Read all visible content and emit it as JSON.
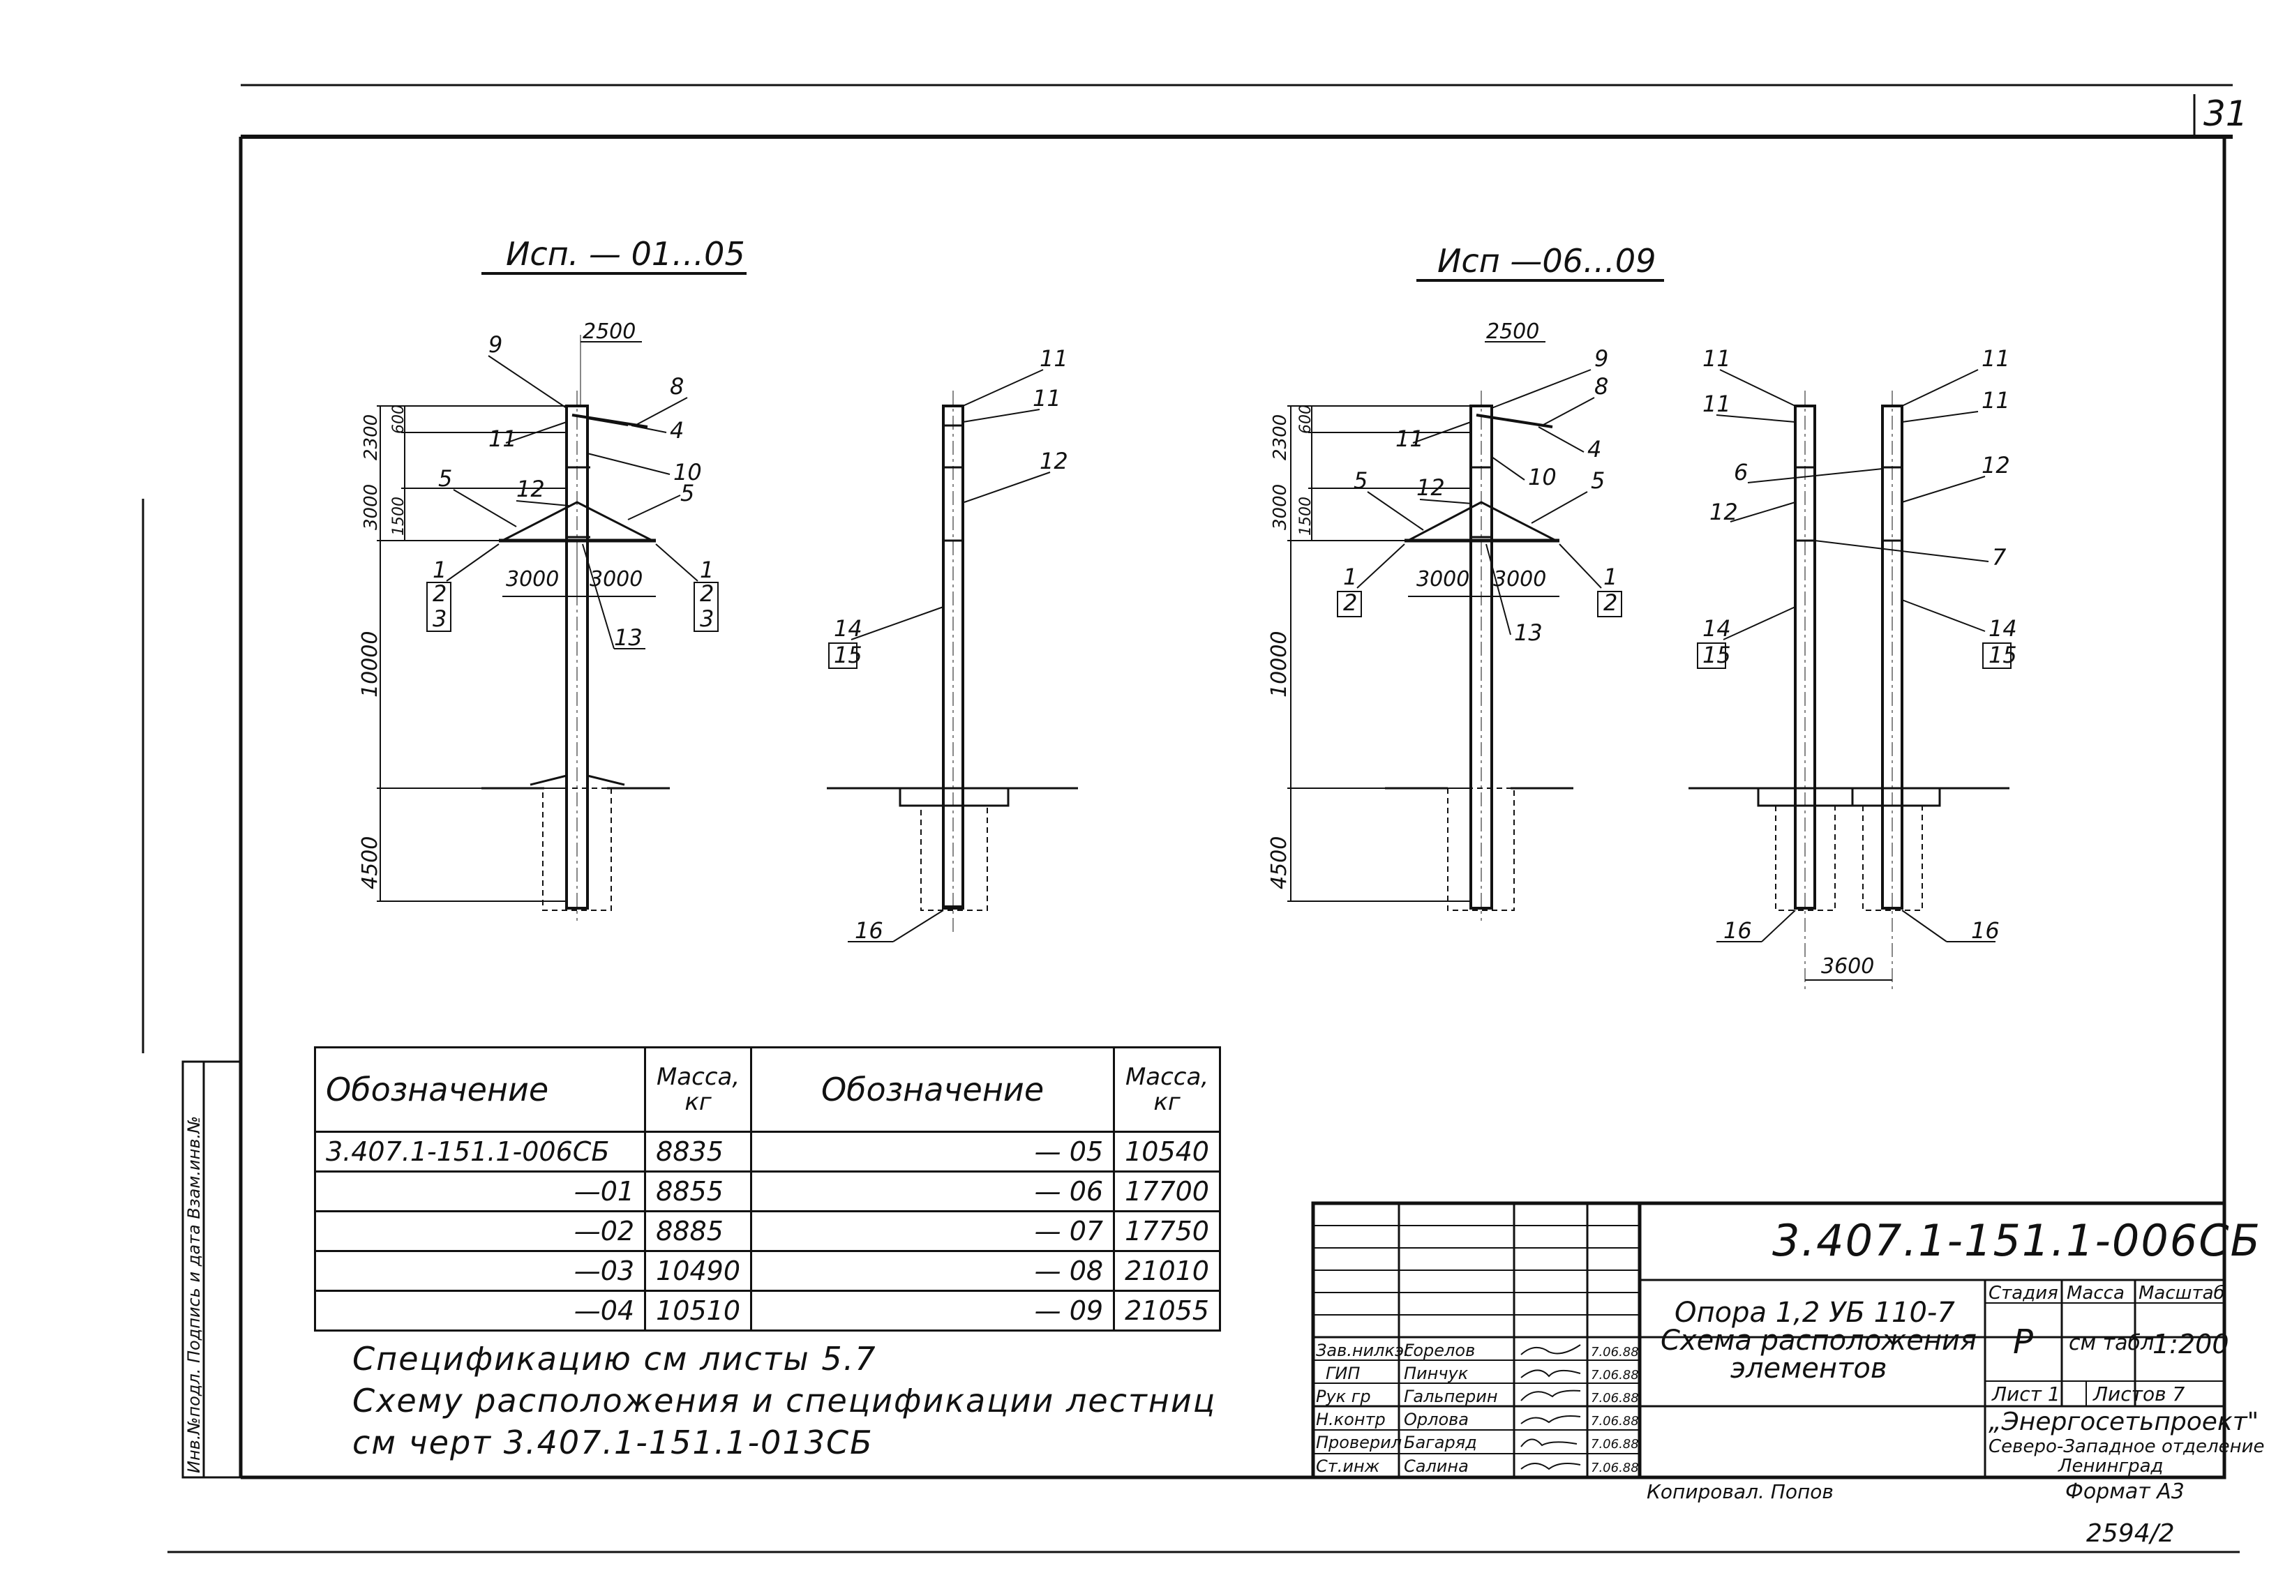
{
  "sheet": {
    "sheet_no": "31",
    "side_stamp": "Инв.№подл. Подпись и дата Взам.инв.№",
    "copied_by": "Копировал. Попов",
    "format": "Формат А3",
    "archive_no": "2594/2"
  },
  "variant_a": {
    "title": "Исп. — 01…05",
    "dims": [
      "2500",
      "3000",
      "3000",
      "2300",
      "600",
      "3000",
      "1500",
      "10000",
      "4500"
    ],
    "callouts": [
      "9",
      "8",
      "4",
      "11",
      "10",
      "12",
      "5",
      "5",
      "1",
      "2",
      "3",
      "1",
      "2",
      "3",
      "13",
      "11",
      "11",
      "12",
      "14",
      "15",
      "16"
    ]
  },
  "variant_b": {
    "title": "Исп —06…09",
    "dims": [
      "2500",
      "3000",
      "3000",
      "2300",
      "600",
      "3000",
      "1500",
      "10000",
      "4500",
      "3600"
    ],
    "callouts": [
      "9",
      "8",
      "4",
      "11",
      "10",
      "12",
      "5",
      "5",
      "1",
      "2",
      "1",
      "2",
      "13",
      "11",
      "11",
      "11",
      "11",
      "6",
      "12",
      "12",
      "7",
      "14",
      "15",
      "14",
      "15",
      "16",
      "16"
    ]
  },
  "spec_table": {
    "col_designation": "Обозначение",
    "col_mass": "Масса, кг",
    "rows_left": [
      {
        "designation": "3.407.1-151.1-006СБ",
        "mass": "8835"
      },
      {
        "designation": "—01",
        "mass": "8855"
      },
      {
        "designation": "—02",
        "mass": "8885"
      },
      {
        "designation": "—03",
        "mass": "10490"
      },
      {
        "designation": "—04",
        "mass": "10510"
      }
    ],
    "rows_right": [
      {
        "designation": "— 05",
        "mass": "10540"
      },
      {
        "designation": "— 06",
        "mass": "17700"
      },
      {
        "designation": "— 07",
        "mass": "17750"
      },
      {
        "designation": "— 08",
        "mass": "21010"
      },
      {
        "designation": "— 09",
        "mass": "21055"
      }
    ]
  },
  "notes": [
    "Спецификацию см листы 5.7",
    "Схему расположения и спецификации лестниц",
    "см черт 3.407.1-151.1-013СБ"
  ],
  "title_block": {
    "doc_code": "3.407.1-151.1-006СБ",
    "doc_title_lines": [
      "Опора 1,2 УБ 110-7",
      "Схема расположения",
      "элементов"
    ],
    "stage_label": "Стадия",
    "mass_label": "Масса",
    "scale_label": "Масштаб",
    "stage": "Р",
    "mass": "см табл",
    "scale": "1:200",
    "sheet_label": "Лист 1",
    "sheets_label": "Листов 7",
    "org_lines": [
      "„Энергосетьпроект\"",
      "Северо-Западное отделение",
      "Ленинград"
    ],
    "signers": [
      {
        "role": "Зав.нилкэс",
        "name": "Горелов",
        "date": "7.06.88"
      },
      {
        "role": "ГИП",
        "name": "Пинчук",
        "date": "7.06.88"
      },
      {
        "role": "Рук гр",
        "name": "Гальперин",
        "date": "7.06.88"
      },
      {
        "role": "Н.контр",
        "name": "Орлова",
        "date": "7.06.88"
      },
      {
        "role": "Проверил",
        "name": "Багаряд",
        "date": "7.06.88"
      },
      {
        "role": "Ст.инж",
        "name": "Салина",
        "date": "7.06.88"
      }
    ]
  }
}
